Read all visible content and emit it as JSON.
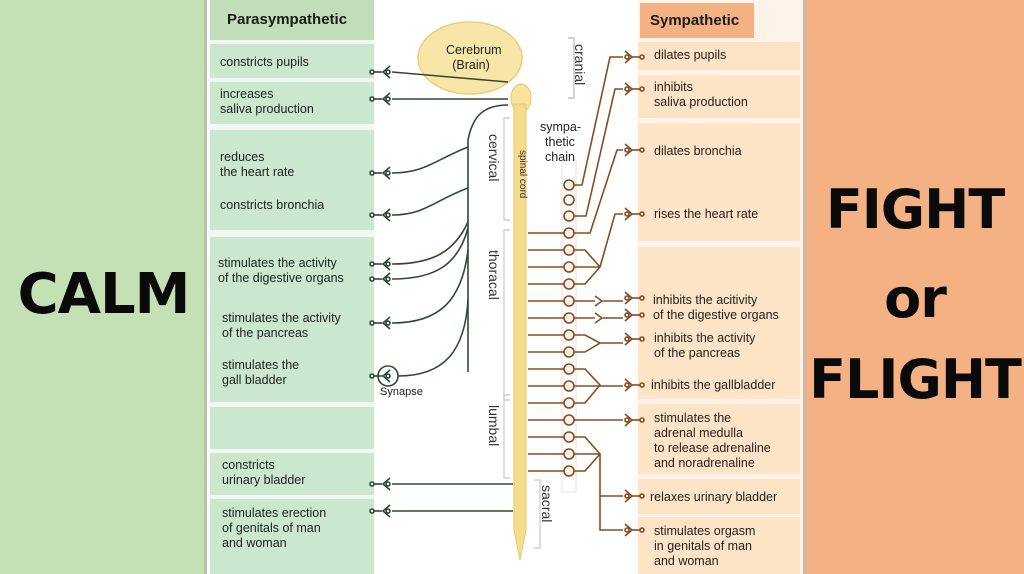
{
  "left_panel": {
    "label": "CALM",
    "color": "#c5e0b4"
  },
  "right_panel": {
    "lines": [
      "FIGHT",
      "or",
      "FLIGHT"
    ],
    "color": "#f4b183"
  },
  "diagram": {
    "parasympathetic": {
      "header": "Parasympathetic",
      "items": [
        "constricts pupils",
        "increases\nsaliva production",
        "reduces\nthe heart rate",
        "constricts bronchia",
        "stimulates the activity\nof the digestive organs",
        "stimulates the activity\nof the pancreas",
        "stimulates the\ngall bladder",
        "constricts\nurinary bladder",
        "stimulates erection\nof genitals of man\nand woman"
      ],
      "color": "#2e4a35"
    },
    "sympathetic": {
      "header": "Sympathetic",
      "items": [
        "dilates pupils",
        "inhibits\nsaliva production",
        "dilates bronchia",
        "rises the heart rate",
        "inhibits the acitivity\nof the digestive organs",
        "inhibits the activity\nof the pancreas",
        "inhibits the gallbladder",
        "stimulates the\nadrenal medulla\nto release adrenaline\nand noradrenaline",
        "relaxes urinary bladder",
        "stimulates orgasm\nin genitals of man\nand woman"
      ],
      "color": "#8a4a22"
    },
    "center": {
      "brain_label": "Cerebrum\n(Brain)",
      "spinal_cord_label": "spinal cord",
      "sympathetic_chain_label": "sympa-\nthetic\nchain",
      "synapse_label": "Synapse",
      "regions": [
        "cranial",
        "cervical",
        "thoracal",
        "lumbal",
        "sacral"
      ]
    }
  }
}
